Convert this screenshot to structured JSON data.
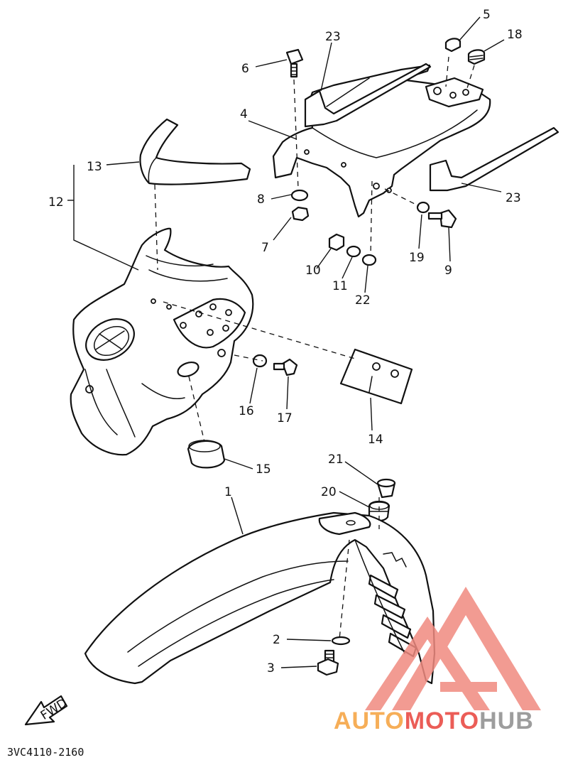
{
  "diagram": {
    "part_labels": {
      "p1": "1",
      "p2": "2",
      "p3": "3",
      "p4": "4",
      "p5": "5",
      "p6": "6",
      "p7": "7",
      "p8": "8",
      "p9": "9",
      "p10": "10",
      "p11": "11",
      "p12": "12",
      "p13": "13",
      "p14": "14",
      "p15": "15",
      "p16": "16",
      "p17": "17",
      "p18": "18",
      "p19": "19",
      "p20": "20",
      "p21": "21",
      "p22": "22",
      "p23a": "23",
      "p23b": "23"
    },
    "fwd_label": "FWD",
    "drawing_code": "3VC4110-2160"
  },
  "watermark": {
    "part1": "AUTO",
    "part2": "MOTO",
    "part3": "HUB",
    "colors": {
      "orange": "#f5a03c",
      "red": "#e8413a",
      "gray": "#8c8c8c",
      "triangle": "#f08a80"
    }
  }
}
